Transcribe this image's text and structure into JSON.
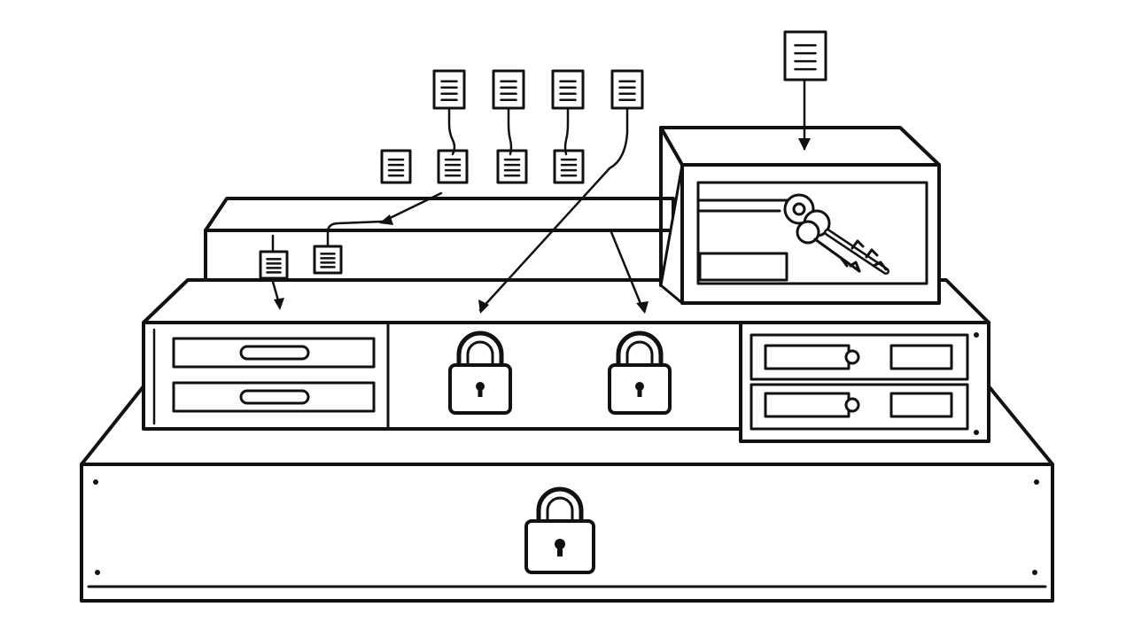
{
  "diagram": {
    "background": "#ffffff",
    "stroke_color": "#111111",
    "fill_color": "#ffffff",
    "icons": {
      "document": "document-icon",
      "padlock": "padlock-icon",
      "key": "key-icon",
      "arrow": "arrow-icon"
    },
    "counts": {
      "top_row_documents": 4,
      "second_row_documents": 5,
      "upper_tier_documents": 2,
      "padlocks": 3,
      "keys": 2
    }
  }
}
